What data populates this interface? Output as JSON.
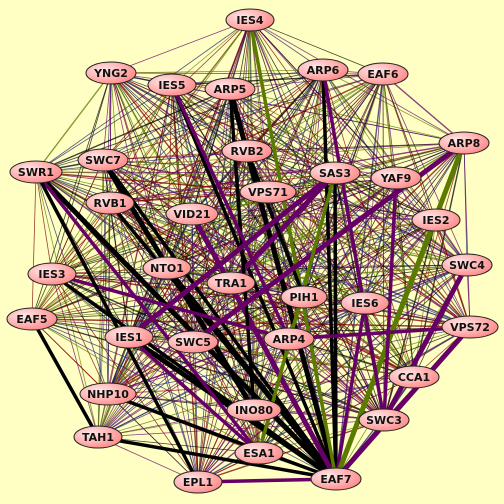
{
  "graph": {
    "background": "#ffffc4",
    "node_fill": [
      "#ffe8e8",
      "#ff8484"
    ],
    "node_stroke": "#222222",
    "edge_colors": [
      "#000000",
      "#660066",
      "#5a7a00",
      "#7a0000",
      "#222266"
    ],
    "nodes": [
      {
        "id": "IES4",
        "label": "IES4"
      },
      {
        "id": "YNG2",
        "label": "YNG2"
      },
      {
        "id": "IES5",
        "label": "IES5"
      },
      {
        "id": "ARP5",
        "label": "ARP5"
      },
      {
        "id": "ARP6",
        "label": "ARP6"
      },
      {
        "id": "EAF6",
        "label": "EAF6"
      },
      {
        "id": "ARP8",
        "label": "ARP8"
      },
      {
        "id": "RVB2",
        "label": "RVB2"
      },
      {
        "id": "SWC7",
        "label": "SWC7"
      },
      {
        "id": "SWR1",
        "label": "SWR1"
      },
      {
        "id": "SAS3",
        "label": "SAS3"
      },
      {
        "id": "YAF9",
        "label": "YAF9"
      },
      {
        "id": "VPS71",
        "label": "VPS71"
      },
      {
        "id": "RVB1",
        "label": "RVB1"
      },
      {
        "id": "VID21",
        "label": "VID21"
      },
      {
        "id": "IES2",
        "label": "IES2"
      },
      {
        "id": "SWC4",
        "label": "SWC4"
      },
      {
        "id": "IES3",
        "label": "IES3"
      },
      {
        "id": "NTO1",
        "label": "NTO1"
      },
      {
        "id": "TRA1",
        "label": "TRA1"
      },
      {
        "id": "PIH1",
        "label": "PIH1"
      },
      {
        "id": "IES6",
        "label": "IES6"
      },
      {
        "id": "EAF5",
        "label": "EAF5"
      },
      {
        "id": "VPS72",
        "label": "VPS72"
      },
      {
        "id": "IES1",
        "label": "IES1"
      },
      {
        "id": "SWC5",
        "label": "SWC5"
      },
      {
        "id": "ARP4",
        "label": "ARP4"
      },
      {
        "id": "CCA1",
        "label": "CCA1"
      },
      {
        "id": "NHP10",
        "label": "NHP10"
      },
      {
        "id": "INO80",
        "label": "INO80"
      },
      {
        "id": "SWC3",
        "label": "SWC3"
      },
      {
        "id": "TAH1",
        "label": "TAH1"
      },
      {
        "id": "ESA1",
        "label": "ESA1"
      },
      {
        "id": "EPL1",
        "label": "EPL1"
      },
      {
        "id": "EAF7",
        "label": "EAF7"
      }
    ],
    "thick_edges": [
      {
        "from": "EAF7",
        "to": "SWR1",
        "color": "#000000"
      },
      {
        "from": "EAF7",
        "to": "SWC7",
        "color": "#000000"
      },
      {
        "from": "EAF7",
        "to": "RVB1",
        "color": "#000000"
      },
      {
        "from": "EAF7",
        "to": "NTO1",
        "color": "#000000"
      },
      {
        "from": "EAF7",
        "to": "IES3",
        "color": "#000000"
      },
      {
        "from": "EAF7",
        "to": "IES5",
        "color": "#000000"
      },
      {
        "from": "EAF7",
        "to": "ARP5",
        "color": "#000000"
      },
      {
        "from": "EAF7",
        "to": "ARP6",
        "color": "#000000"
      },
      {
        "from": "EAF7",
        "to": "TAH1",
        "color": "#000000"
      },
      {
        "from": "EAF7",
        "to": "IES1",
        "color": "#000000"
      },
      {
        "from": "EAF7",
        "to": "NHP10",
        "color": "#000000"
      },
      {
        "from": "EAF7",
        "to": "SAS3",
        "color": "#000000"
      },
      {
        "from": "EAF7",
        "to": "VID21",
        "color": "#660066"
      },
      {
        "from": "EAF7",
        "to": "IES6",
        "color": "#660066"
      },
      {
        "from": "EAF7",
        "to": "EPL1",
        "color": "#660066"
      },
      {
        "from": "EAF7",
        "to": "ARP8",
        "color": "#5a7a00"
      },
      {
        "from": "EAF7",
        "to": "IES4",
        "color": "#5a7a00"
      },
      {
        "from": "EAF7",
        "to": "IES2",
        "color": "#5a7a00"
      },
      {
        "from": "EAF7",
        "to": "VPS72",
        "color": "#660066"
      },
      {
        "from": "ESA1",
        "to": "IES1",
        "color": "#660066"
      },
      {
        "from": "ESA1",
        "to": "SWR1",
        "color": "#660066"
      },
      {
        "from": "SWC3",
        "to": "SWC4",
        "color": "#660066"
      },
      {
        "from": "SWC3",
        "to": "YAF9",
        "color": "#660066"
      },
      {
        "from": "SWC3",
        "to": "ARP6",
        "color": "#660066"
      },
      {
        "from": "TRA1",
        "to": "SAS3",
        "color": "#660066"
      },
      {
        "from": "RVB2",
        "to": "PIH1",
        "color": "#000000"
      },
      {
        "from": "ARP5",
        "to": "INO80",
        "color": "#000000"
      },
      {
        "from": "SWC7",
        "to": "INO80",
        "color": "#000000"
      },
      {
        "from": "IES5",
        "to": "ARP4",
        "color": "#660066"
      },
      {
        "from": "IES3",
        "to": "ARP4",
        "color": "#660066"
      },
      {
        "from": "IES1",
        "to": "SAS3",
        "color": "#660066"
      },
      {
        "from": "VPS72",
        "to": "ARP4",
        "color": "#660066"
      },
      {
        "from": "TAH1",
        "to": "EAF5",
        "color": "#000000"
      },
      {
        "from": "ARP8",
        "to": "SWC5",
        "color": "#660066"
      },
      {
        "from": "EPL1",
        "to": "SWR1",
        "color": "#000000"
      },
      {
        "from": "SAS3",
        "to": "ESA1",
        "color": "#5a7a00"
      }
    ]
  }
}
